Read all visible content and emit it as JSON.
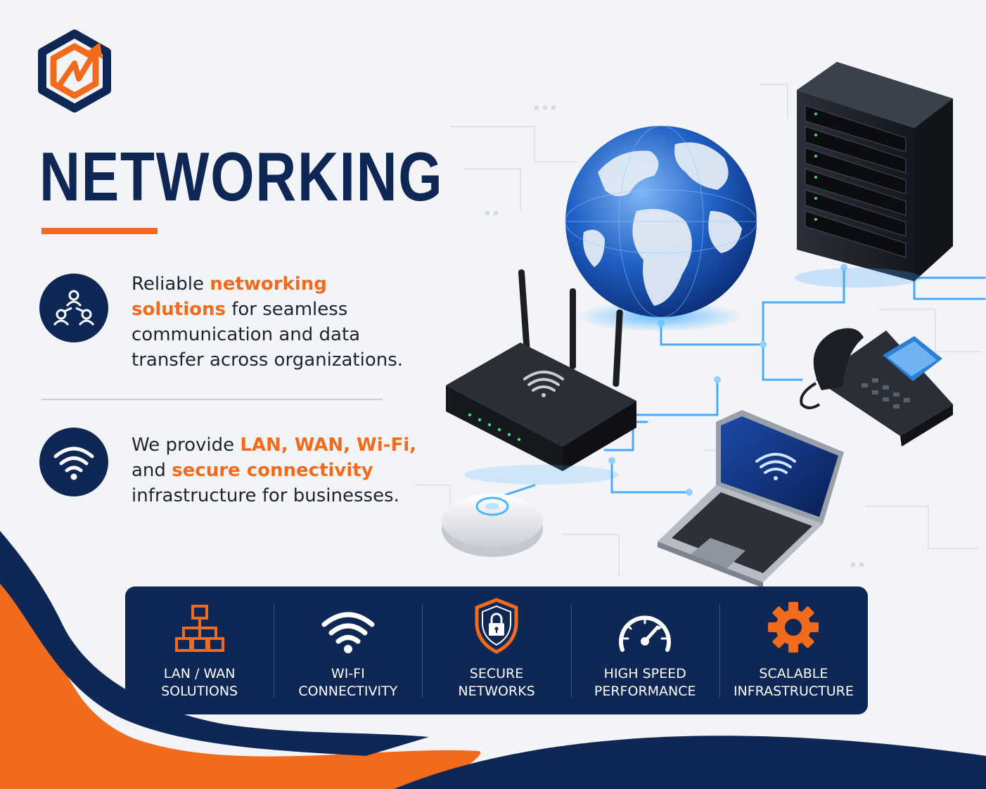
{
  "title": "NETWORKING",
  "features": [
    {
      "icon": "people-network-icon",
      "parts": [
        {
          "text": "Reliable ",
          "hl": false
        },
        {
          "text": "networking solutions",
          "hl": true
        },
        {
          "text": " for seamless communication and data transfer across organizations.",
          "hl": false
        }
      ]
    },
    {
      "icon": "wifi-icon",
      "parts": [
        {
          "text": "We provide ",
          "hl": false
        },
        {
          "text": "LAN, WAN, Wi-Fi,",
          "hl": true
        },
        {
          "text": " and ",
          "hl": false
        },
        {
          "text": "secure connectivity",
          "hl": true
        },
        {
          "text": " infrastructure for businesses.",
          "hl": false
        }
      ]
    }
  ],
  "benefits": [
    {
      "icon": "network-hierarchy-icon",
      "line1": "LAN / WAN",
      "line2": "SOLUTIONS"
    },
    {
      "icon": "wifi-icon",
      "line1": "WI-FI",
      "line2": "CONNECTIVITY"
    },
    {
      "icon": "shield-lock-icon",
      "line1": "SECURE",
      "line2": "NETWORKS"
    },
    {
      "icon": "speedometer-icon",
      "line1": "HIGH SPEED",
      "line2": "PERFORMANCE"
    },
    {
      "icon": "gear-icon",
      "line1": "SCALABLE",
      "line2": "INFRASTRUCTURE"
    }
  ],
  "colors": {
    "navy": "#0f2754",
    "orange": "#f26a1b",
    "glow": "#3aa3ff"
  }
}
